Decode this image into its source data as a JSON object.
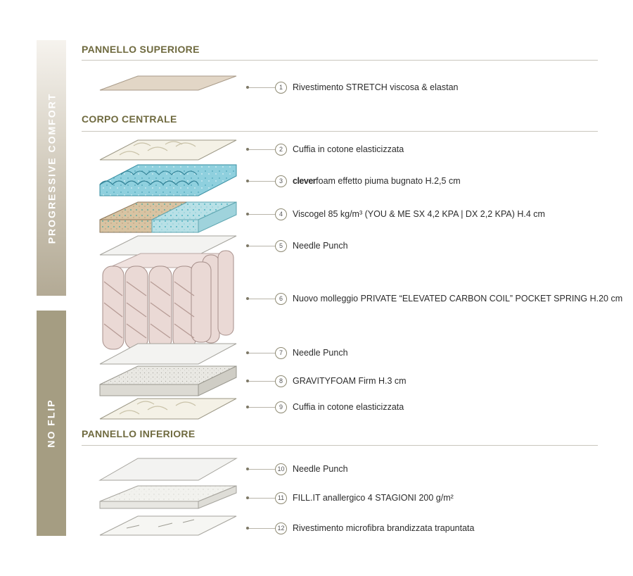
{
  "side_bands": {
    "top": "PROGRESSIVE COMFORT",
    "bottom": "NO FLIP"
  },
  "sections": {
    "superiore": "PANNELLO SUPERIORE",
    "centrale": "CORPO CENTRALE",
    "inferiore": "PANNELLO INFERIORE"
  },
  "layers": [
    {
      "num": "1",
      "label": "Rivestimento STRETCH viscosa & elastan"
    },
    {
      "num": "2",
      "label": "Cuffia in cotone elasticizzata"
    },
    {
      "num": "3",
      "brand_prefix": "clever",
      "brand_suffix": "foam",
      "label": " effetto piuma bugnato H.2,5 cm"
    },
    {
      "num": "4",
      "label": "Viscogel 85 kg/m³ (YOU & ME SX 4,2 KPA | DX 2,2 KPA) H.4 cm"
    },
    {
      "num": "5",
      "label": "Needle Punch"
    },
    {
      "num": "6",
      "label": "Nuovo molleggio PRIVATE “ELEVATED CARBON COIL” POCKET SPRING H.20 cm"
    },
    {
      "num": "7",
      "label": "Needle Punch"
    },
    {
      "num": "8",
      "label": "GRAVITYFOAM Firm H.3 cm"
    },
    {
      "num": "9",
      "label": "Cuffia in cotone elasticizzata"
    },
    {
      "num": "10",
      "label": "Needle Punch"
    },
    {
      "num": "11",
      "label": "FILL.IT anallergico 4 STAGIONI 200 g/m²"
    },
    {
      "num": "12",
      "label": "Rivestimento microfibra brandizzata trapuntata"
    }
  ]
}
